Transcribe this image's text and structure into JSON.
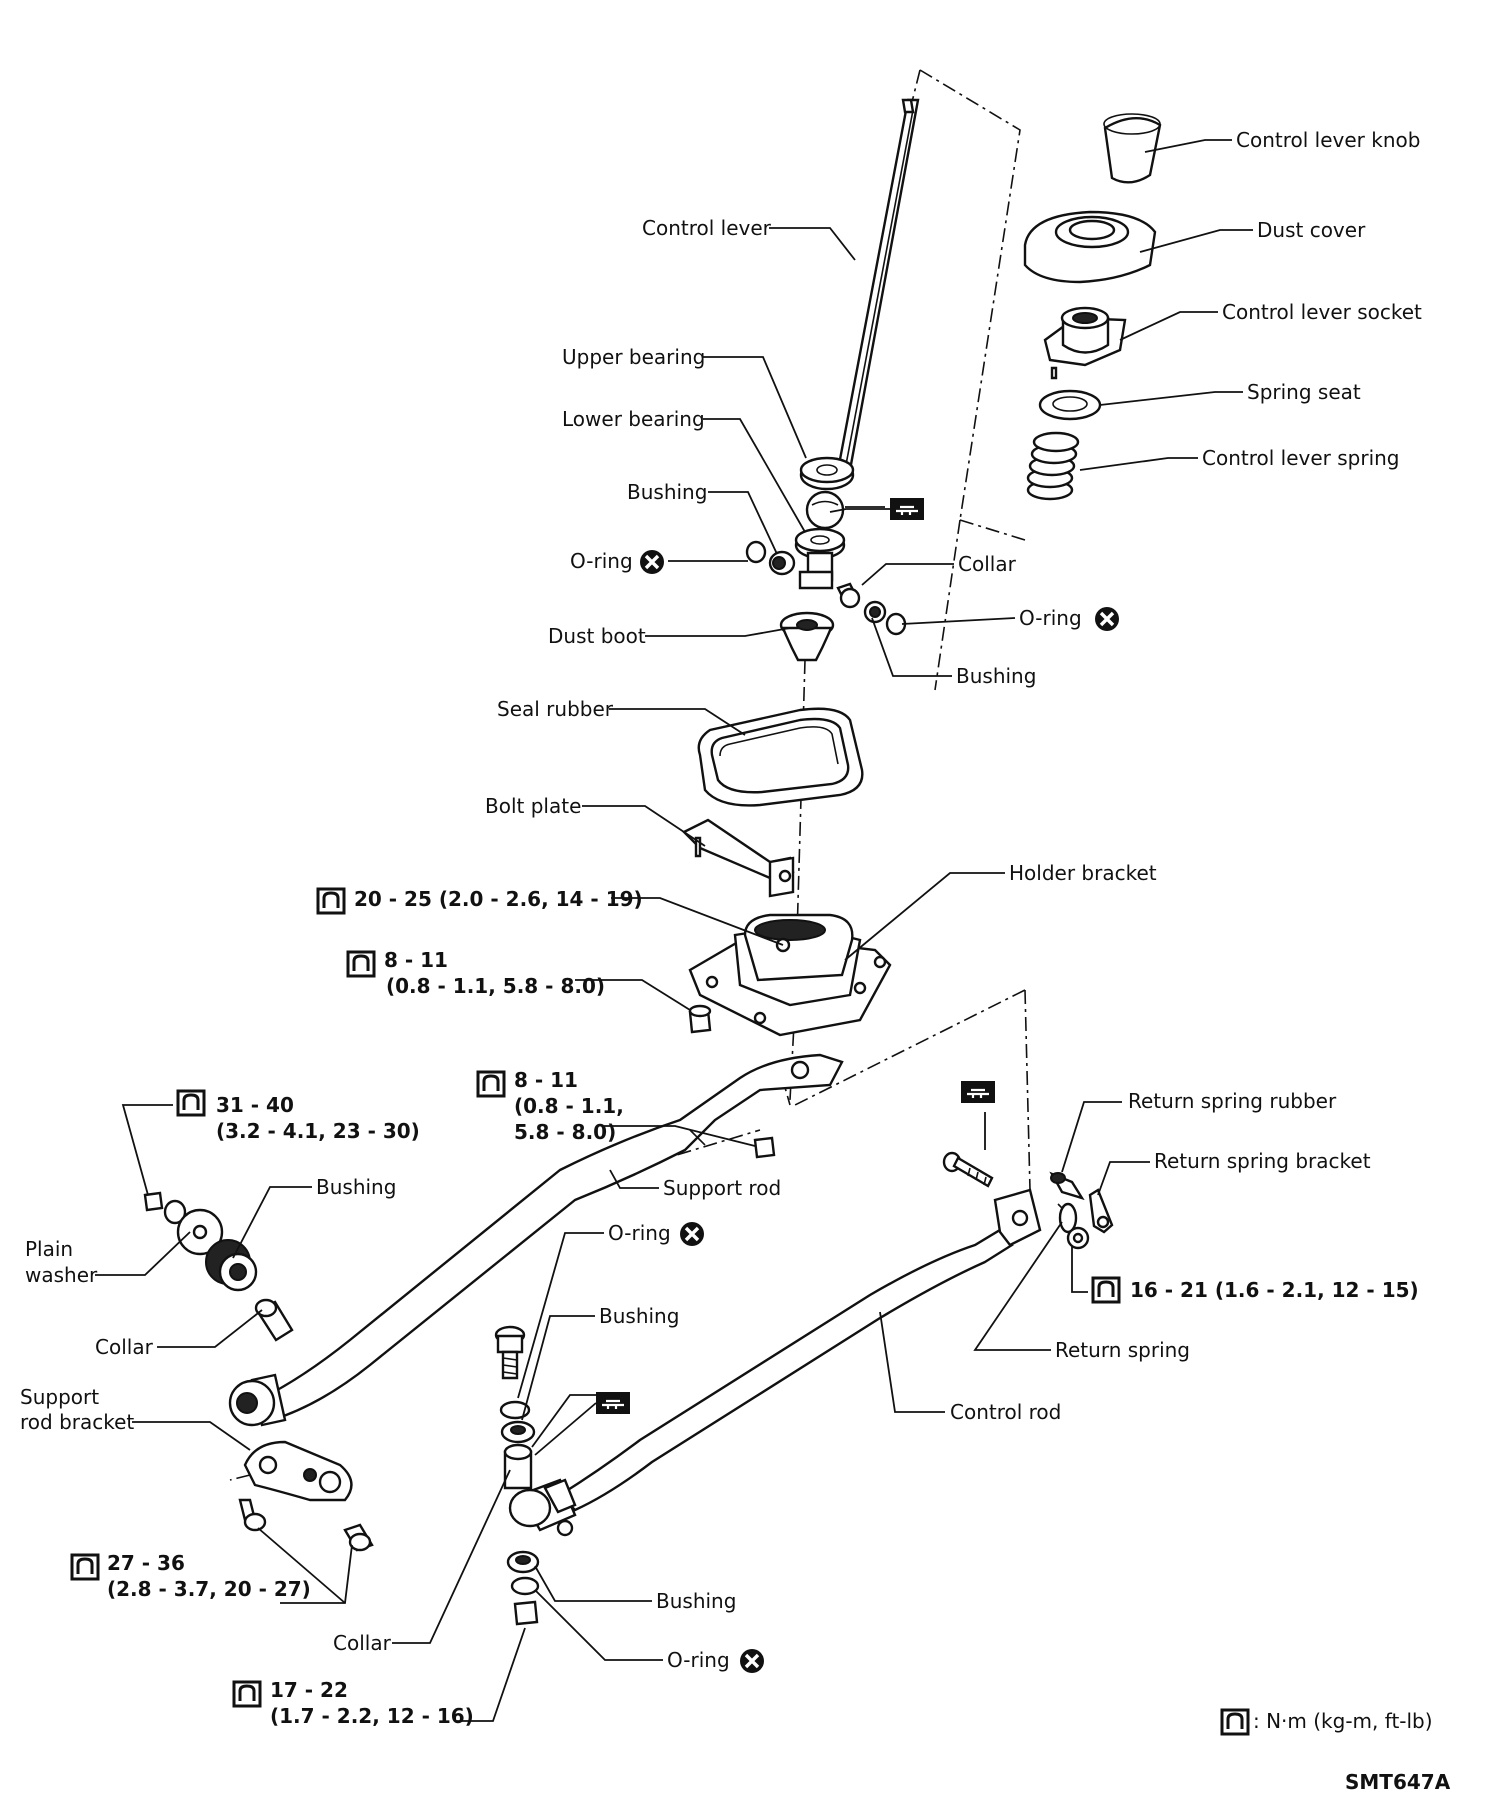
{
  "parts": {
    "control_lever_knob": "Control lever knob",
    "dust_cover": "Dust cover",
    "control_lever_socket": "Control lever socket",
    "spring_seat": "Spring seat",
    "control_lever_spring": "Control lever spring",
    "control_lever": "Control lever",
    "upper_bearing": "Upper bearing",
    "lower_bearing": "Lower bearing",
    "bushing": "Bushing",
    "o_ring": "O-ring",
    "collar": "Collar",
    "dust_boot": "Dust boot",
    "seal_rubber": "Seal rubber",
    "bolt_plate": "Bolt plate",
    "holder_bracket": "Holder bracket",
    "return_spring_rubber": "Return spring rubber",
    "return_spring_bracket": "Return spring bracket",
    "return_spring": "Return spring",
    "support_rod": "Support rod",
    "control_rod": "Control rod",
    "plain_washer_line1": "Plain",
    "plain_washer_line2": "washer",
    "support_rod_bracket_line1": "Support",
    "support_rod_bracket_line2": "rod bracket"
  },
  "torques": {
    "t20_25": "20 - 25 (2.0 - 2.6, 14 - 19)",
    "t8_11_holder_line1": "8 - 11",
    "t8_11_holder_line2": "(0.8 - 1.1, 5.8 - 8.0)",
    "t8_11_rod_line1": "8 - 11",
    "t8_11_rod_line2": "(0.8 - 1.1,",
    "t8_11_rod_line3": "5.8 - 8.0)",
    "t31_40_line1": "31 - 40",
    "t31_40_line2": "(3.2 - 4.1, 23 - 30)",
    "t16_21": "16 - 21 (1.6 - 2.1, 12 - 15)",
    "t27_36_line1": "27 - 36",
    "t27_36_line2": "(2.8 - 3.7, 20 - 27)",
    "t17_22_line1": "17 - 22",
    "t17_22_line2": "(1.7 - 2.2, 12 - 16)"
  },
  "legend": {
    "torque_units": ": N·m (kg-m, ft-lb)"
  },
  "figure_code": "SMT647A"
}
